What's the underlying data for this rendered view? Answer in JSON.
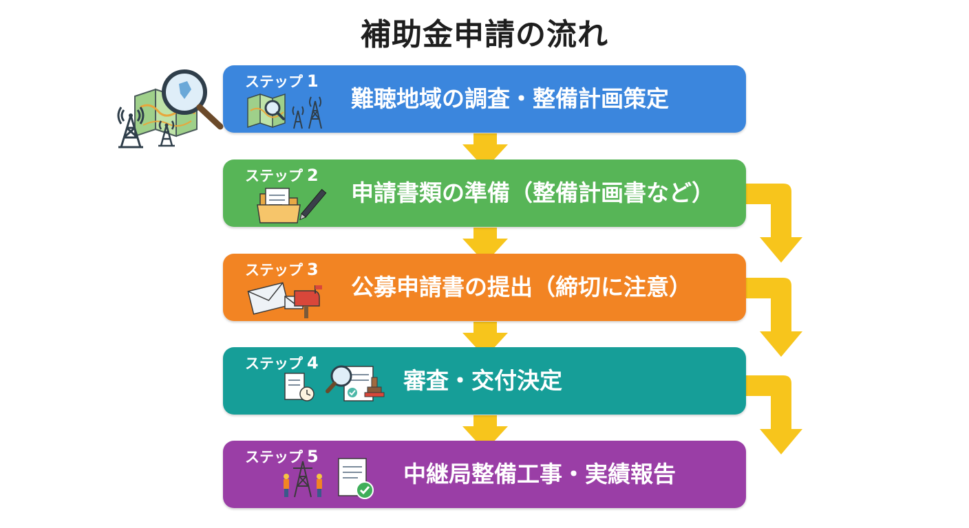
{
  "title": "補助金申請の流れ",
  "step_prefix": "ステップ",
  "steps": [
    {
      "number": "1",
      "text": "難聴地域の調査・整備計画策定",
      "color": "#3b86dd",
      "icon": "map-magnifier-tower-icon"
    },
    {
      "number": "2",
      "text": "申請書類の準備（整備計画書など）",
      "color": "#57b557",
      "icon": "folder-document-pen-icon"
    },
    {
      "number": "3",
      "text": "公募申請書の提出（締切に注意）",
      "color": "#f28423",
      "icon": "envelope-mailbox-icon"
    },
    {
      "number": "4",
      "text": "審査・交付決定",
      "color": "#169e98",
      "icon": "document-review-stamp-icon"
    },
    {
      "number": "5",
      "text": "中継局整備工事・実績報告",
      "color": "#9a3ea6",
      "icon": "tower-workers-report-icon"
    }
  ],
  "arrow_color": "#f7c51c",
  "side_illustration": "map-magnifier-radio-towers-icon"
}
